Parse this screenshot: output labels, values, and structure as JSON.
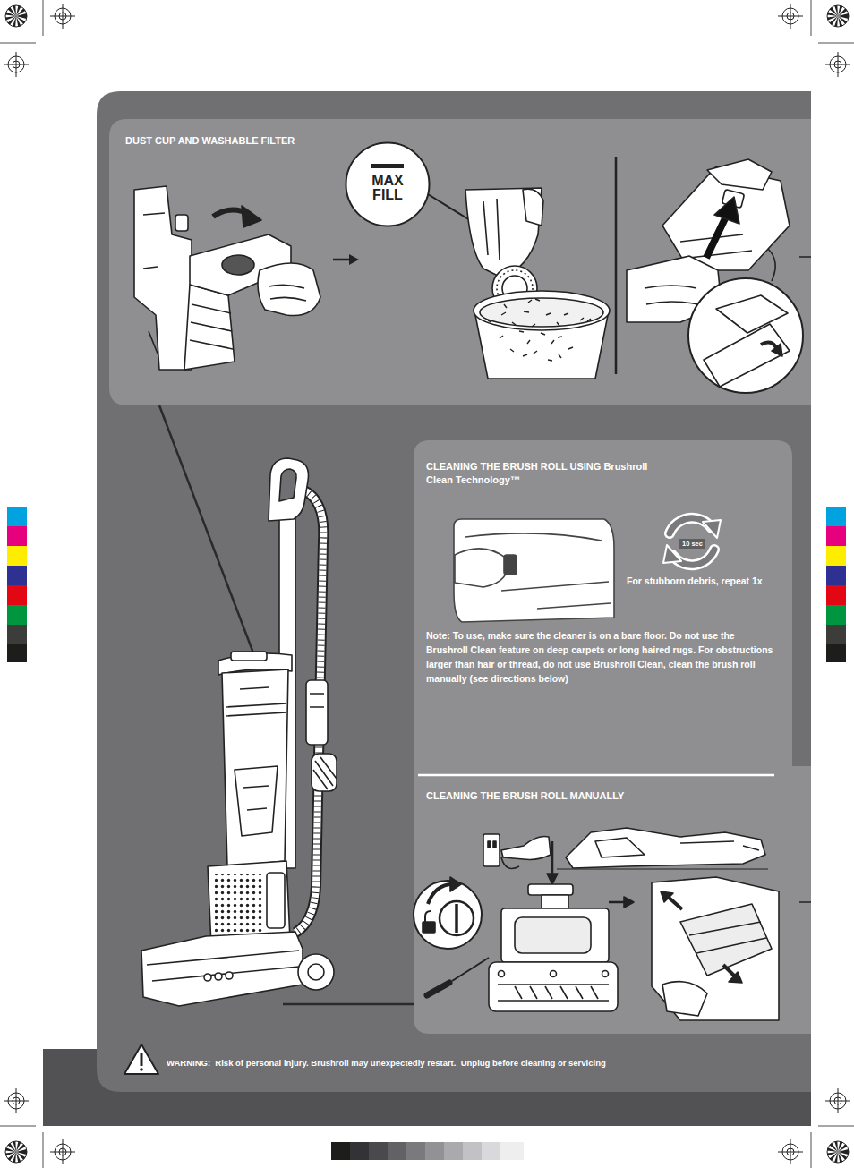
{
  "diagram": {
    "nodes": [
      {
        "text": [
          "DUST CUP AND WASHABLE FILTER"
        ]
      },
      {
        "text": [
          "MAX FILL"
        ],
        "in": 0
      },
      {
        "text": [
          "CLEANING THE BRUSH ROLL USING Brushroll Clean Technology™",
          "Note: To use, make sure the cleaner is on a bare floor. Do not use the Brushroll Clean feature on deep carpets or long haired rugs. For obstructions larger than hair or thread, do not use Brushroll Clean, clean the brush roll manually (see directions below)"
        ]
      },
      {
        "text": [
          "CLEANING THE BRUSH ROLL MANUALLY"
        ]
      }
    ],
    "labels": [
      "10 sec",
      "For stubborn debris, repeat 1x",
      "WARNING:  Risk of personal injury. Brushroll may unexpectedly restart.  Unplug before cleaning or servicing"
    ]
  }
}
